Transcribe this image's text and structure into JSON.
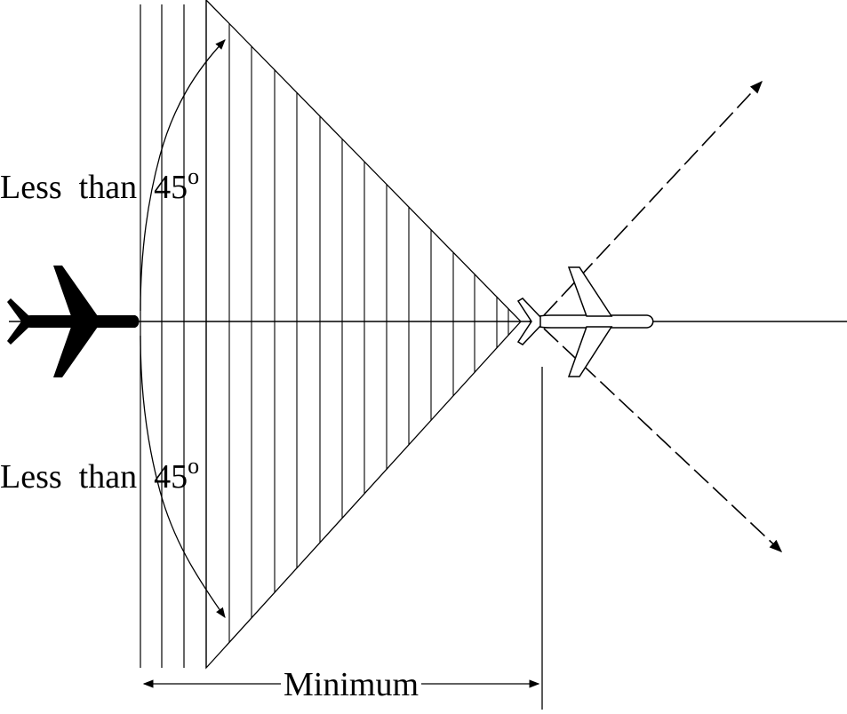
{
  "labels": {
    "upper_angle": {
      "text": "Less  than  45",
      "sup": "o"
    },
    "lower_angle": {
      "text": "Less  than  45",
      "sup": "o"
    },
    "minimum": "Minimum"
  },
  "colors": {
    "ink": "#000000",
    "background": "#ffffff"
  }
}
